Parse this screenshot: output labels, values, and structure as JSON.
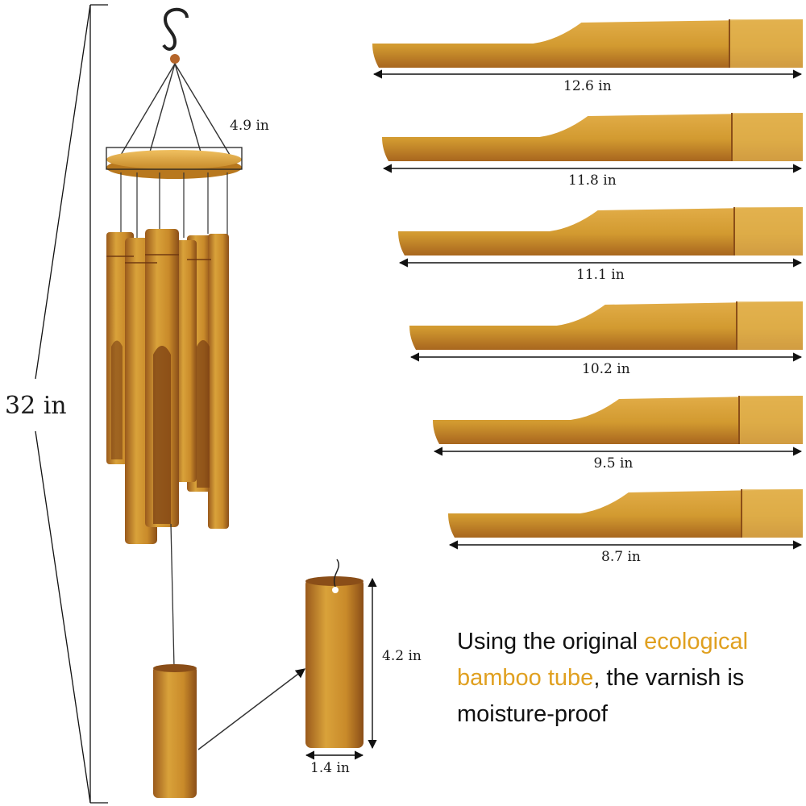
{
  "dimensions": {
    "total_height": "32 in",
    "ring_diameter": "4.9 in",
    "tube_lengths": [
      "12.6 in",
      "11.8 in",
      "11.1 in",
      "10.2 in",
      "9.5 in",
      "8.7 in"
    ],
    "striker_height": "4.2 in",
    "striker_width": "1.4 in"
  },
  "description": {
    "part1": "Using the original ",
    "highlight1": "ecological",
    "line_break": " ",
    "highlight2": "bamboo tube",
    "part2": ", the varnish is moisture-proof"
  },
  "colors": {
    "bamboo": "#d19a2e",
    "bamboo_dark": "#9a5a1c",
    "highlight_text": "#e0a020",
    "text": "#111111"
  }
}
